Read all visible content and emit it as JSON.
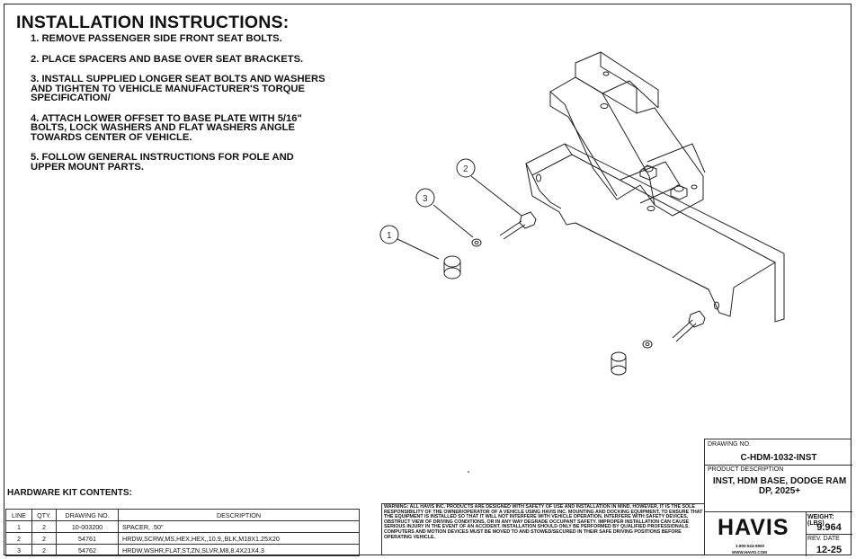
{
  "header": {
    "title": "INSTALLATION INSTRUCTIONS:"
  },
  "steps": [
    "1.  REMOVE PASSENGER SIDE FRONT SEAT BOLTS.",
    "2.  PLACE SPACERS AND BASE OVER SEAT BRACKETS.",
    "3.  INSTALL SUPPLIED LONGER SEAT BOLTS AND WASHERS AND TIGHTEN TO VEHICLE MANUFACTURER'S TORQUE SPECIFICATION/",
    "4.  ATTACH LOWER OFFSET TO BASE PLATE WITH 5/16\" BOLTS, LOCK WASHERS AND FLAT WASHERS ANGLE TOWARDS CENTER OF VEHICLE.",
    "5.  FOLLOW GENERAL INSTRUCTIONS FOR POLE AND UPPER MOUNT PARTS."
  ],
  "callouts": [
    "1",
    "2",
    "3"
  ],
  "hardware": {
    "heading": "HARDWARE KIT CONTENTS:",
    "columns": [
      "LINE",
      "QTY.",
      "DRAWING NO.",
      "DESCRIPTION"
    ],
    "rows": [
      [
        "1",
        "2",
        "10-003200",
        "SPACER, .50\""
      ],
      [
        "2",
        "2",
        "54761",
        "HRDW,SCRW,MS,HEX,HEX,,10.9,,BLK,M18X1.25X20"
      ],
      [
        "3",
        "2",
        "54762",
        "HRDW,WSHR,FLAT,ST,ZN,SLVR,M8,8.4X21X4.3"
      ]
    ]
  },
  "warning": "WARNING:  ALL HAVIS INC. PRODUCTS ARE DESIGNED WITH SAFETY OF USE AND INSTALLATION IN MIND.  HOWEVER, IT IS THE SOLE RESPONSIBILITY OF THE OWNER/OPERATOR OF A VEHICLE USING HAVIS INC. MOUNTING AND DOCKING EQUIPMENT, TO ENSURE THAT THE EQUIPMENT IS INSTALLED SO THAT IT WILL NOT INTERFERE WITH VEHICLE OPERATION, INTERFERE WITH SAFETY DEVICES, OBSTRUCT VIEW OF DRIVING CONDITIONS, OR IN ANY WAY DEGRADE OCCUPANT SAFETY.  IMPROPER INSTALLATION CAN CAUSE SERIOUS INJURY IN THE EVENT OF AN ACCIDENT.  INSTALLATION SHOULD ONLY BE PERFORMED BY QUALIFIED PROFESSIONALS.  COMPUTERS AND MOTION DEVICES MUST BE MOVED TO AND STOWED/SECURED IN THEIR SAFE DRIVING POSITIONS BEFORE OPERATING VEHICLE.",
  "title_block": {
    "drawing_no_label": "DRAWING NO.",
    "drawing_no": "C-HDM-1032-INST",
    "product_desc_label": "PRODUCT DESCRIPTION",
    "product_desc": "INST, HDM BASE, DODGE RAM DP, 2025+",
    "logo": "HAVIS",
    "phone": "1-800-524-9900",
    "website": "WWW.HAVIS.COM",
    "weight_label": "WEIGHT: (LBS)",
    "weight": "9.964",
    "rev_date_label": "REV. DATE",
    "rev_date": "12-25"
  }
}
